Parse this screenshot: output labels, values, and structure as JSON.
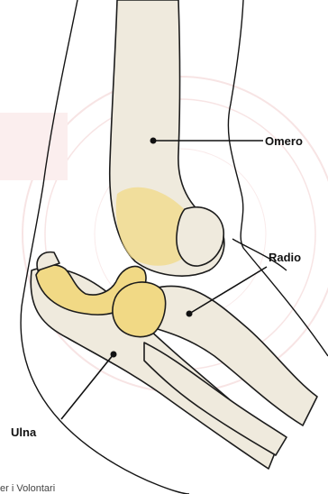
{
  "labels": {
    "omero": "Omero",
    "radio": "Radio",
    "ulna": "Ulna"
  },
  "caption": "er i Volontari",
  "colors": {
    "bone": "#efeadd",
    "cartilage": "#f1d985",
    "outline": "#1c1c1c",
    "watermark": "#f4d4d4"
  },
  "watermark": {
    "icon": "seal-stamp-icon"
  }
}
